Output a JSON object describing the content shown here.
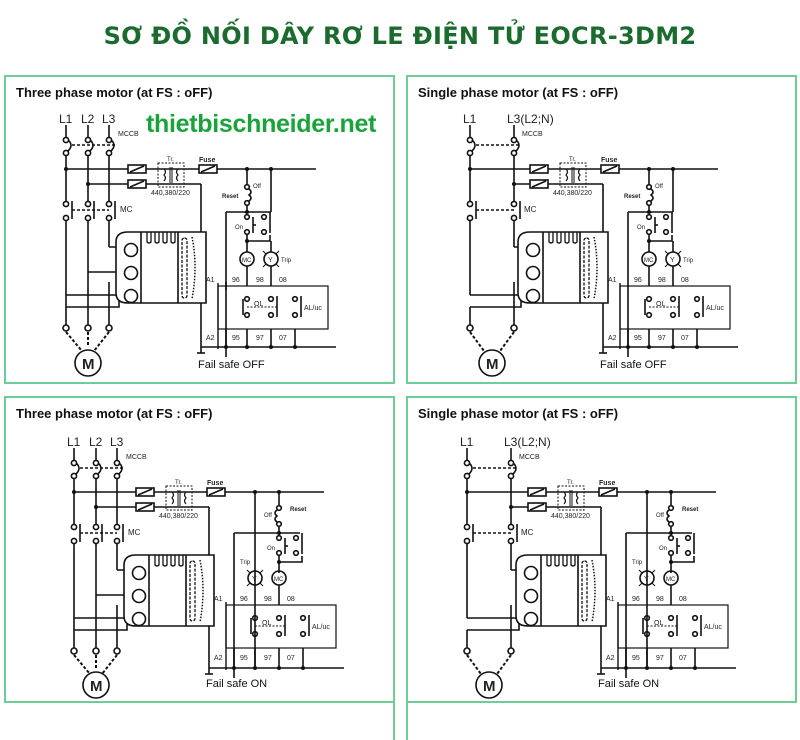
{
  "page": {
    "title": "SƠ ĐỒ NỐI DÂY RƠ LE ĐIỆN TỬ EOCR-3DM2",
    "watermark": "thietbischneider.net",
    "colors": {
      "title": "#1b6b2e",
      "watermark": "#19a33a",
      "panel_border": "#6cce94",
      "line": "#111111"
    }
  },
  "panels": [
    {
      "title": "Three phase motor (at FS : oFF)",
      "type": "three_phase",
      "lines": [
        "L1",
        "L2",
        "L3"
      ],
      "mccb": "MCCB",
      "mc": "MC",
      "transformer": "Tr.",
      "transformer_voltage": "440,380/220",
      "fuse": "Fuse",
      "reset": "Reset",
      "off": "Off",
      "on": "On",
      "coil": "MC",
      "lamp": "Y",
      "trip": "Trip",
      "terminals_top": [
        "A1",
        "96",
        "98",
        "08"
      ],
      "terminals_bottom": [
        "A2",
        "95",
        "97",
        "07"
      ],
      "ol": "OL",
      "al": "AL/uc",
      "motor": "M",
      "fail_safe": "Fail safe OFF"
    },
    {
      "title": "Single phase motor (at FS : oFF)",
      "type": "single_phase",
      "lines": [
        "L1",
        "L3(L2;N)"
      ],
      "mccb": "MCCB",
      "mc": "MC",
      "transformer": "Tr.",
      "transformer_voltage": "440,380/220",
      "fuse": "Fuse",
      "reset": "Reset",
      "off": "Off",
      "on": "On",
      "coil": "MC",
      "lamp": "Y",
      "trip": "Trip",
      "terminals_top": [
        "A1",
        "96",
        "98",
        "08"
      ],
      "terminals_bottom": [
        "A2",
        "95",
        "97",
        "07"
      ],
      "ol": "OL",
      "al": "AL/uc",
      "motor": "M",
      "fail_safe": "Fail safe OFF"
    },
    {
      "title": "Three phase motor (at FS : oFF)",
      "type": "three_phase",
      "lines": [
        "L1",
        "L2",
        "L3"
      ],
      "mccb": "MCCB",
      "mc": "MC",
      "transformer": "Tr.",
      "transformer_voltage": "440,380/220",
      "fuse": "Fuse",
      "reset": "Reset",
      "off": "Off",
      "on": "On",
      "coil": "MC",
      "lamp": "Y",
      "trip": "Trip",
      "terminals_top": [
        "A1",
        "96",
        "98",
        "08"
      ],
      "terminals_bottom": [
        "A2",
        "95",
        "97",
        "07"
      ],
      "ol": "OL",
      "al": "AL/uc",
      "motor": "M",
      "fail_safe": "Fail safe ON"
    },
    {
      "title": "Single phase motor (at FS : oFF)",
      "type": "single_phase",
      "lines": [
        "L1",
        "L3(L2;N)"
      ],
      "mccb": "MCCB",
      "mc": "MC",
      "transformer": "Tr.",
      "transformer_voltage": "440,380/220",
      "fuse": "Fuse",
      "reset": "Reset",
      "off": "Off",
      "on": "On",
      "coil": "MC",
      "lamp": "Y",
      "trip": "Trip",
      "terminals_top": [
        "A1",
        "96",
        "98",
        "08"
      ],
      "terminals_bottom": [
        "A2",
        "95",
        "97",
        "07"
      ],
      "ol": "OL",
      "al": "AL/uc",
      "motor": "M",
      "fail_safe": "Fail safe ON"
    }
  ]
}
